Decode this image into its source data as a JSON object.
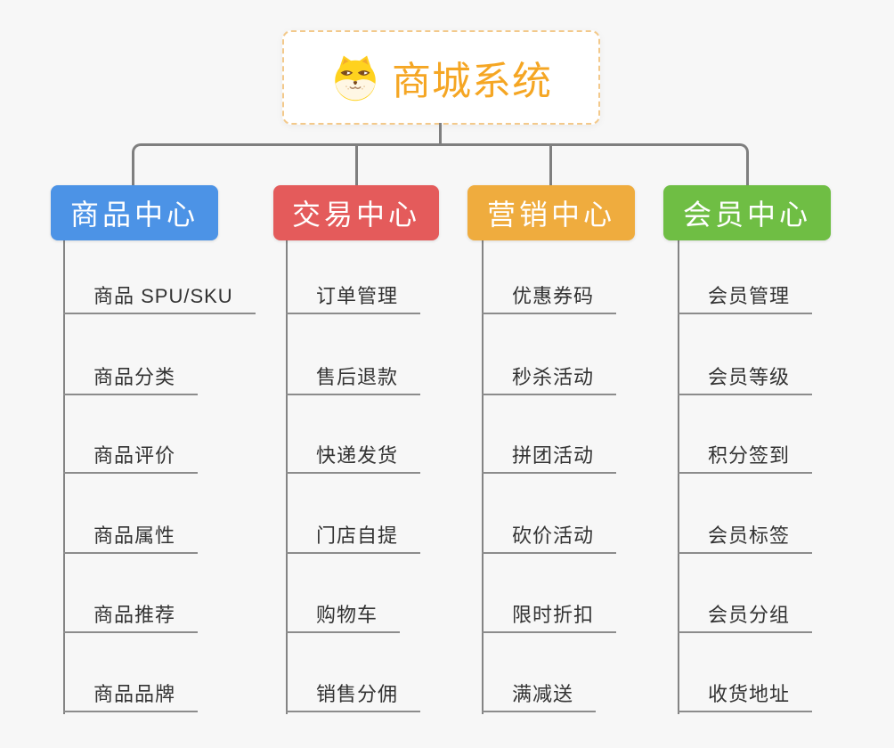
{
  "root": {
    "title": "商城系统",
    "icon": "shiba-dog-icon",
    "title_color": "#F5A623",
    "border_color": "#F3C98B"
  },
  "branches": [
    {
      "label": "商品中心",
      "color": "#4C93E6",
      "items": [
        "商品 SPU/SKU",
        "商品分类",
        "商品评价",
        "商品属性",
        "商品推荐",
        "商品品牌"
      ]
    },
    {
      "label": "交易中心",
      "color": "#E45B5B",
      "items": [
        "订单管理",
        "售后退款",
        "快递发货",
        "门店自提",
        "购物车",
        "销售分佣"
      ]
    },
    {
      "label": "营销中心",
      "color": "#EFAC3E",
      "items": [
        "优惠券码",
        "秒杀活动",
        "拼团活动",
        "砍价活动",
        "限时折扣",
        "满减送"
      ]
    },
    {
      "label": "会员中心",
      "color": "#6FBE44",
      "items": [
        "会员管理",
        "会员等级",
        "积分签到",
        "会员标签",
        "会员分组",
        "收货地址"
      ]
    }
  ],
  "colors": {
    "background": "#F7F7F7",
    "connector": "#7F7F7F",
    "leaf_text": "#333333",
    "leaf_underline": "#8C8C8C",
    "branch_text": "#FFFFFF"
  }
}
